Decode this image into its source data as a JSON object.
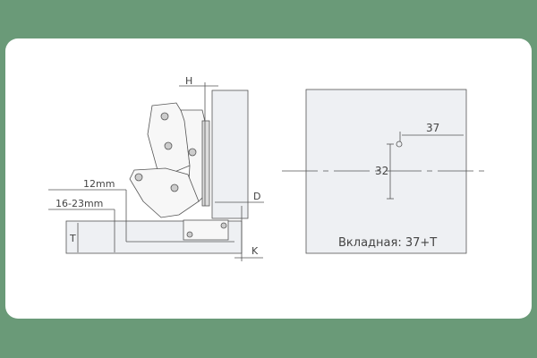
{
  "side_view": {
    "labels": {
      "h": "H",
      "d": "D",
      "k": "K",
      "t": "T",
      "dim_12": "12mm",
      "dim_16_23": "16-23mm"
    }
  },
  "front_view": {
    "dim_37": "37",
    "dim_32": "32",
    "caption": "Вкладная: 37+T"
  },
  "colors": {
    "background": "#6a9a78",
    "panel": "#eef0f3",
    "line": "#555555"
  }
}
